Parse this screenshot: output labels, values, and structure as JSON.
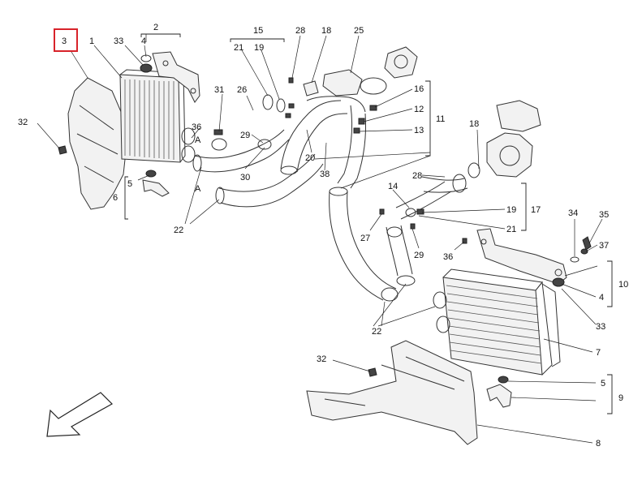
{
  "labels": {
    "l1": "1",
    "l2": "2",
    "l3": "3",
    "l4a": "4",
    "l4b": "4",
    "l5a": "5",
    "l5b": "5",
    "l6": "6",
    "l7": "7",
    "l8": "8",
    "l9": "9",
    "l10": "10",
    "l11": "11",
    "l12": "12",
    "l13": "13",
    "l14": "14",
    "l15": "15",
    "l16": "16",
    "l17": "17",
    "l18a": "18",
    "l18b": "18",
    "l19a": "19",
    "l19b": "19",
    "l20": "20",
    "l21a": "21",
    "l21b": "21",
    "l22a": "22",
    "l22b": "22",
    "l25": "25",
    "l26": "26",
    "l27": "27",
    "l28a": "28",
    "l28b": "28",
    "l29a": "29",
    "l29b": "29",
    "l30": "30",
    "l31": "31",
    "l32a": "32",
    "l32b": "32",
    "l33a": "33",
    "l33b": "33",
    "l34": "34",
    "l35": "35",
    "l36a": "36",
    "l36b": "36",
    "l37": "37",
    "l38": "38",
    "lA1": "A",
    "lA2": "A"
  },
  "highlighted_callout": "3"
}
